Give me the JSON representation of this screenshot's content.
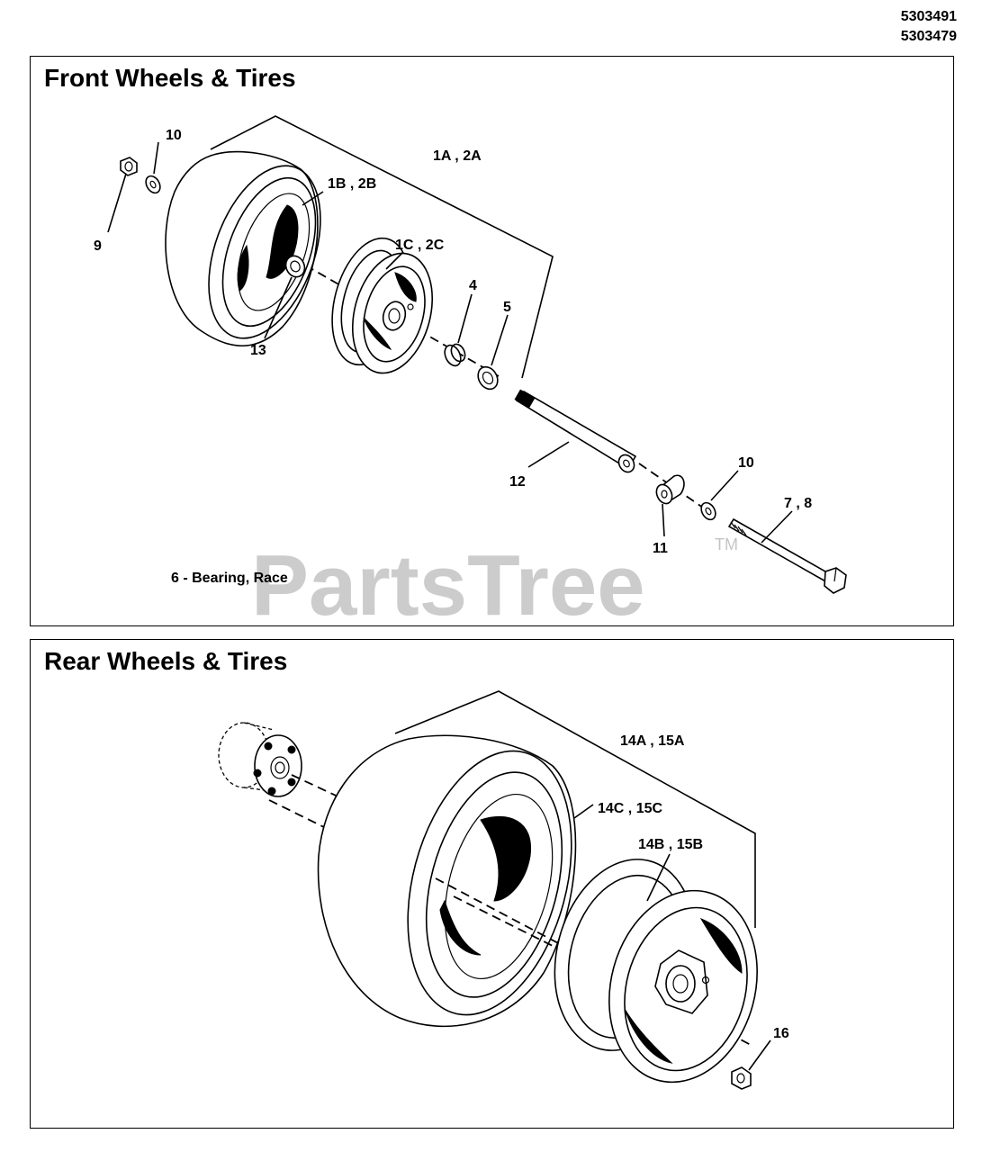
{
  "part_numbers": [
    "5303491",
    "5303479"
  ],
  "front": {
    "title": "Front Wheels & Tires",
    "note": "6 - Bearing, Race",
    "callouts": {
      "c10a": "10",
      "c9": "9",
      "c1a": "1A , 2A",
      "c1b": "1B , 2B",
      "c1c": "1C , 2C",
      "c13": "13",
      "c4": "4",
      "c5": "5",
      "c12": "12",
      "c11": "11",
      "c10b": "10",
      "c7": "7 , 8"
    }
  },
  "rear": {
    "title": "Rear Wheels & Tires",
    "callouts": {
      "c14a": "14A , 15A",
      "c14c": "14C , 15C",
      "c14b": "14B , 15B",
      "c16": "16"
    }
  },
  "watermark": {
    "text": "PartsTree",
    "tm": "TM"
  }
}
